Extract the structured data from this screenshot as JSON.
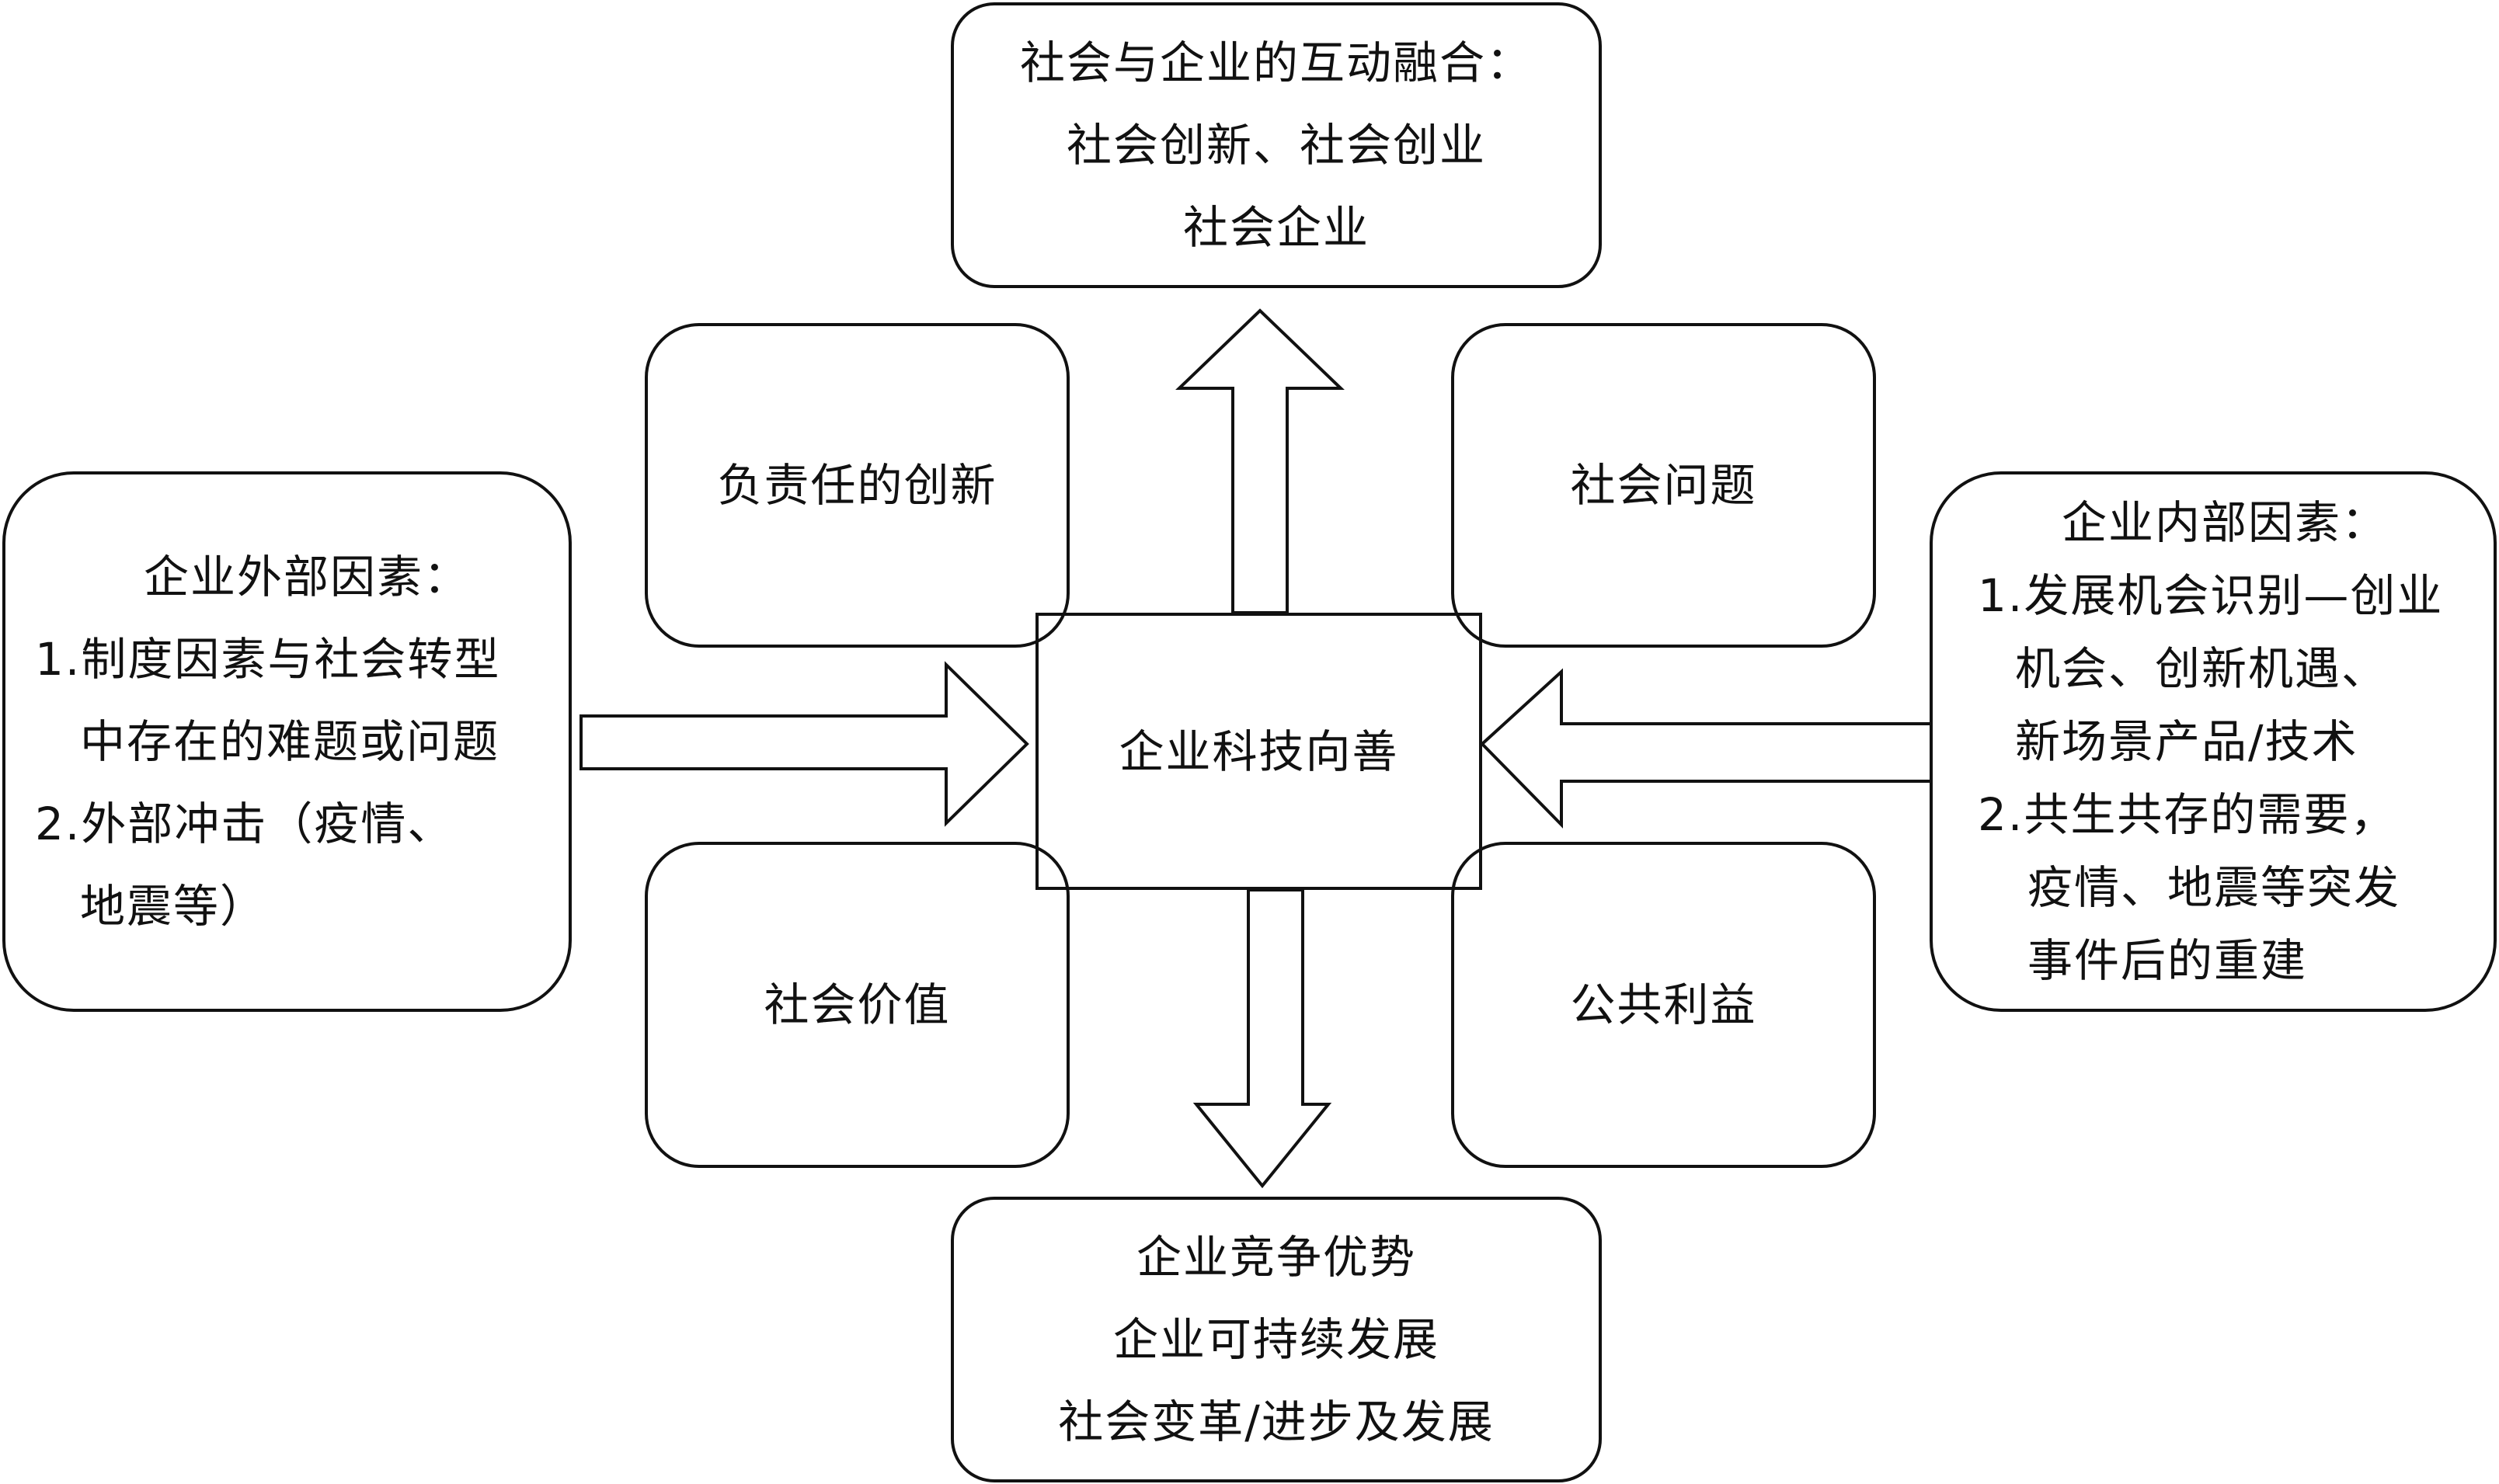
{
  "center": {
    "label": "企业科技向善"
  },
  "top_box": {
    "lines": [
      "社会与企业的互动融合：",
      "社会创新、社会创业",
      "社会企业"
    ]
  },
  "bottom_box": {
    "lines": [
      "企业竞争优势",
      "企业可持续发展",
      "社会变革/进步及发展"
    ]
  },
  "left_box": {
    "lines": [
      "企业外部因素：",
      "1.制度因素与社会转型",
      "中存在的难题或问题",
      "2.外部冲击（疫情、",
      "地震等）"
    ]
  },
  "right_box": {
    "lines": [
      "企业内部因素：",
      "1.发展机会识别—创业",
      "机会、创新机遇、",
      "新场景产品/技术",
      "2.共生共存的需要，",
      "疫情、地震等突发",
      "事件后的重建"
    ]
  },
  "corner_boxes": {
    "top_left": "负责任的创新",
    "top_right": "社会问题",
    "bottom_left": "社会价值",
    "bottom_right": "公共利益"
  }
}
